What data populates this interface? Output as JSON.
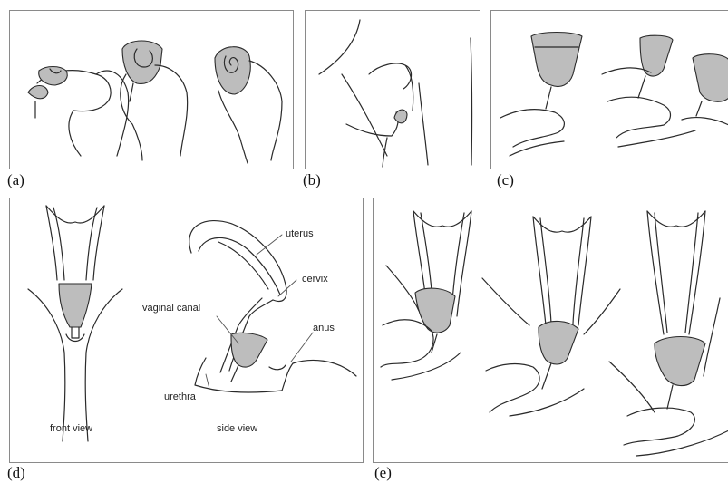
{
  "panels": {
    "a": {
      "label": "(a)"
    },
    "b": {
      "label": "(b)"
    },
    "c": {
      "label": "(c)"
    },
    "d": {
      "label": "(d)"
    },
    "e": {
      "label": "(e)"
    }
  },
  "annotations": {
    "uterus": "uterus",
    "cervix": "cervix",
    "vaginal_canal": "vaginal canal",
    "anus": "anus",
    "urethra": "urethra",
    "front_view": "front view",
    "side_view": "side view"
  },
  "colors": {
    "cup_fill": "#bdbdbd",
    "line": "#2a2a2a",
    "frame": "#8a8a8a"
  }
}
